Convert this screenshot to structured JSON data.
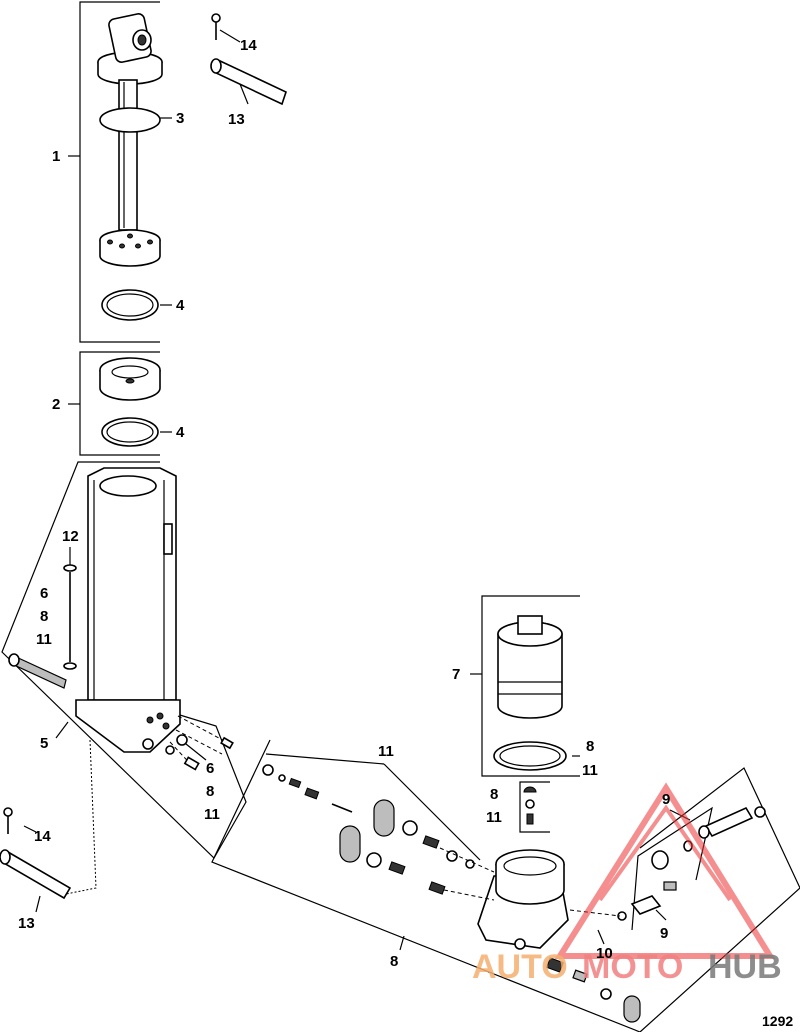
{
  "callouts": {
    "c1": "1",
    "c2": "2",
    "c3": "3",
    "c4a": "4",
    "c4b": "4",
    "c5": "5",
    "c6a": "6",
    "c6b": "6",
    "c7": "7",
    "c8a": "8",
    "c8b": "8",
    "c8c": "8",
    "c8d": "8",
    "c8e": "8",
    "c9a": "9",
    "c9b": "9",
    "c10": "10",
    "c11a": "11",
    "c11b": "11",
    "c11c": "11",
    "c11d": "11",
    "c11e": "11",
    "c12": "12",
    "c13a": "13",
    "c13b": "13",
    "c14a": "14",
    "c14b": "14"
  },
  "figure_number": "1292",
  "watermark": {
    "part1": "AUTO",
    "part2": "MOTO",
    "part3": "HUB",
    "color1": "#f5b070",
    "color2": "#f08080",
    "color3": "#7a7a7a",
    "logo_color": "#ee3333"
  }
}
